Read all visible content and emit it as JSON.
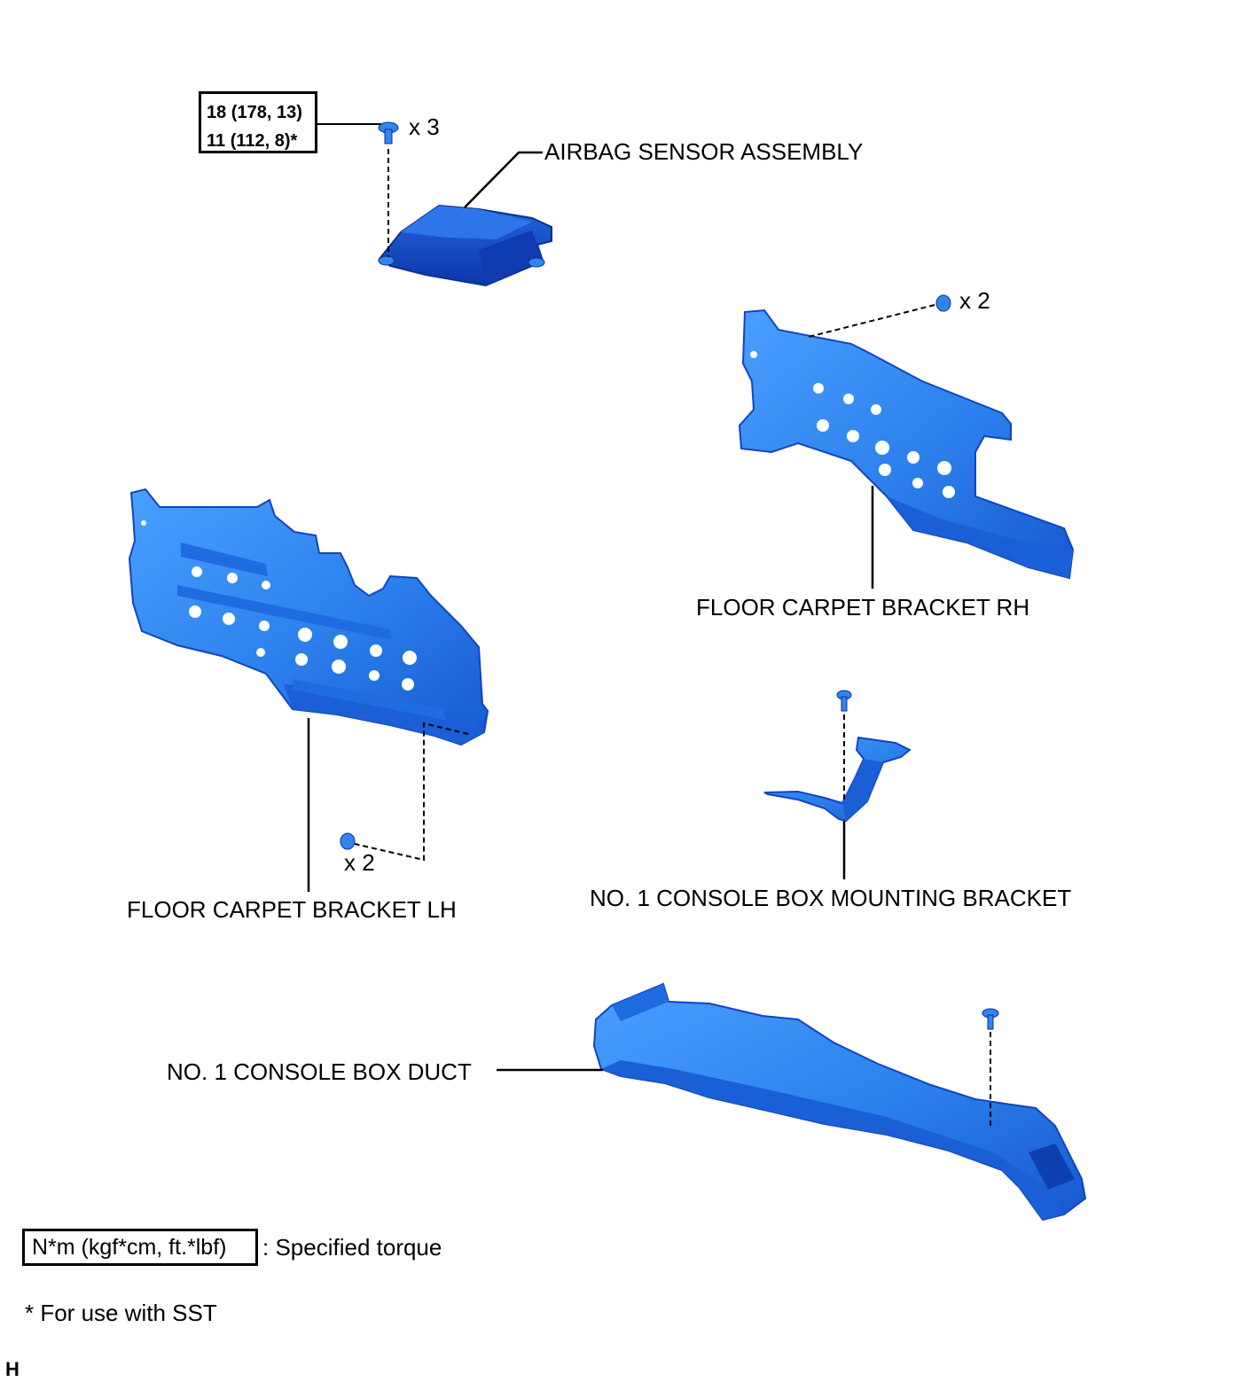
{
  "torque": {
    "line1": "18 (178, 13)",
    "line2": "11 (112, 8)*"
  },
  "quantities": {
    "sensor_bolts": "x 3",
    "rh_clips": "x 2",
    "lh_clips": "x 2"
  },
  "parts": {
    "airbag_sensor": "AIRBAG SENSOR ASSEMBLY",
    "floor_carpet_rh": "FLOOR CARPET BRACKET RH",
    "floor_carpet_lh": "FLOOR CARPET BRACKET LH",
    "console_mounting_bracket": "NO. 1 CONSOLE BOX MOUNTING BRACKET",
    "console_duct": "NO. 1 CONSOLE BOX DUCT"
  },
  "legend": {
    "unit_box": "N*m (kgf*cm, ft.*lbf)",
    "unit_text": ": Specified torque",
    "footnote": "* For use with SST",
    "code": "H"
  },
  "colors": {
    "part_fill": "#2f86f0",
    "part_dark": "#1a5fd6",
    "part_shadow": "#0d3fae",
    "line": "#000000"
  }
}
